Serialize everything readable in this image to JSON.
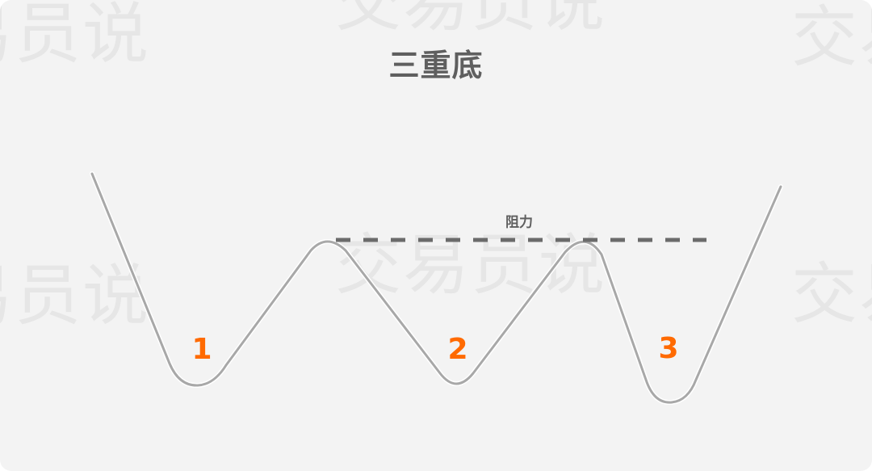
{
  "title": "三重底",
  "watermark": "交易员说",
  "resistance_label": "阻力",
  "bottoms": [
    {
      "label": "1"
    },
    {
      "label": "2"
    },
    {
      "label": "3"
    }
  ],
  "colors": {
    "background": "#f3f3f3",
    "line": "#a8a8a8",
    "line_outline": "#ffffff",
    "resistance": "#6b6b6b",
    "bottom_label": "#ff6a00",
    "title": "#5f5f5f",
    "watermark": "#e6e6e6"
  }
}
